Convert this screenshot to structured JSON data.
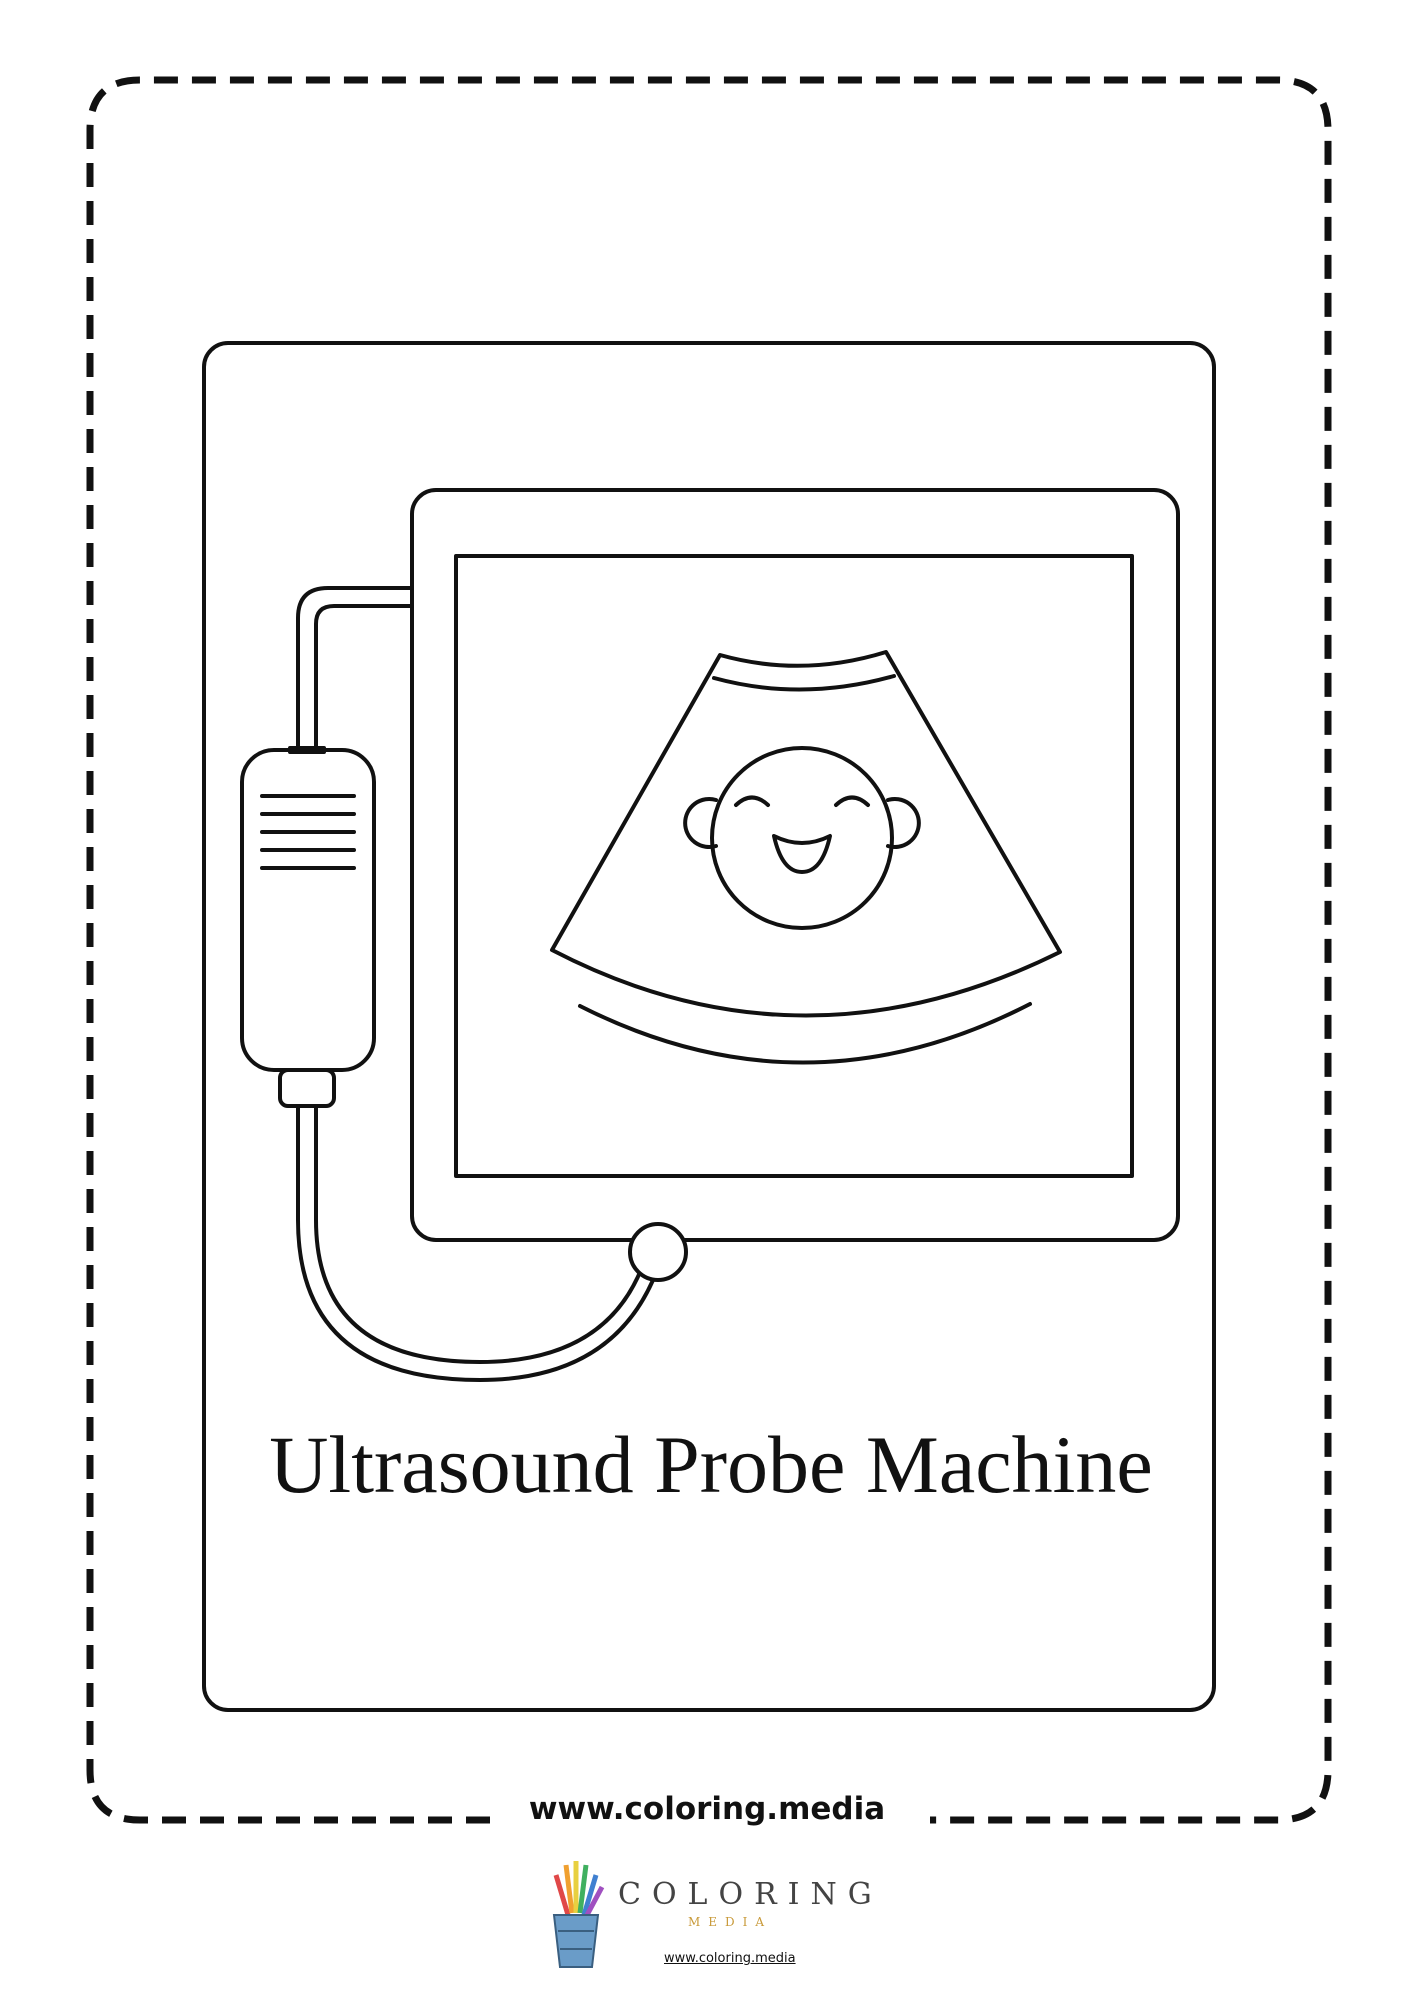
{
  "caption": "Ultrasound Probe Machine",
  "footer_url": "www.coloring.media",
  "logo": {
    "word": "COLORING",
    "sub": "MEDIA",
    "url": "www.coloring.media"
  },
  "icons": {
    "illustration": "ultrasound-machine-icon",
    "probe": "ultrasound-probe-icon",
    "baby": "baby-face-icon",
    "logo": "pencil-cup-icon"
  },
  "colors": {
    "line": "#111111",
    "logo_text": "#444444",
    "logo_accent": "#c89a3a"
  }
}
